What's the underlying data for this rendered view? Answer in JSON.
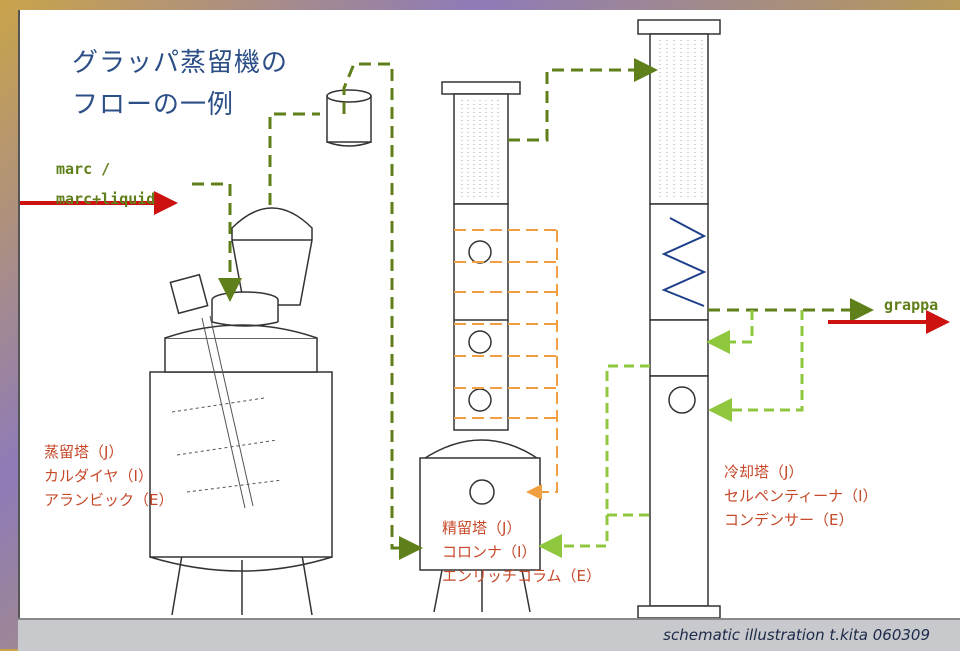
{
  "title_line1": "グラッパ蒸留機の",
  "title_line2": "フローの一例",
  "input_label_1": "marc /",
  "input_label_2": "marc+liquid",
  "output_label": "grappa",
  "still_labels": [
    "蒸留塔（J）",
    "カルダイヤ（I）",
    "アランビック（E）"
  ],
  "column_labels": [
    "精留塔（J）",
    "コロンナ（I）",
    "エンリッチコラム（E）"
  ],
  "condenser_labels": [
    "冷却塔（J）",
    "セルペンティーナ（I）",
    "コンデンサー（E）"
  ],
  "credit": "schematic illustration t.kita 060309",
  "colors": {
    "title": "#2c4f87",
    "label": "#c7492a",
    "vapor_flow": "#5f7f1a",
    "water_flow": "#8fc73e",
    "reflux_flow": "#f0a040",
    "arrow": "#cc1111"
  }
}
